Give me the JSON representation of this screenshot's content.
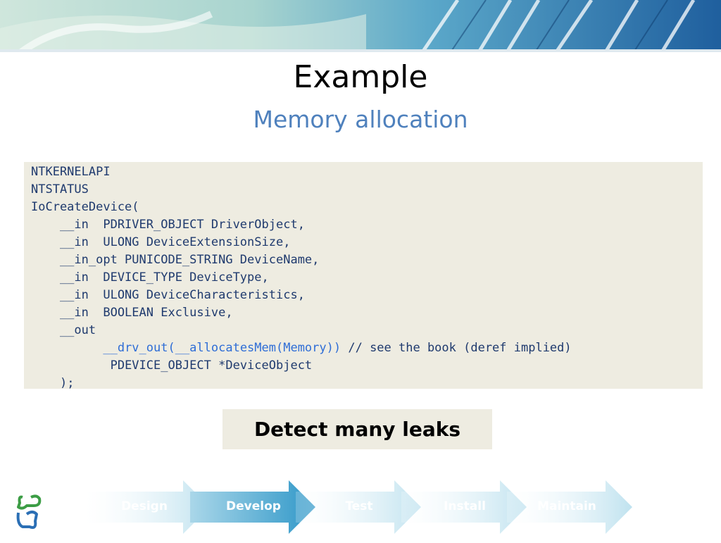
{
  "slide": {
    "title": "Example",
    "subtitle": "Memory allocation"
  },
  "code": {
    "lines": [
      "NTKERNELAPI",
      "NTSTATUS",
      "IoCreateDevice(",
      "    __in  PDRIVER_OBJECT DriverObject,",
      "    __in  ULONG DeviceExtensionSize,",
      "    __in_opt PUNICODE_STRING DeviceName,",
      "    __in  DEVICE_TYPE DeviceType,",
      "    __in  ULONG DeviceCharacteristics,",
      "    __in  BOOLEAN Exclusive,",
      "    __out"
    ],
    "annotation": "__drv_out(__allocatesMem(Memory))",
    "annotation_comment": " // see the book (deref implied)",
    "param_line": "PDEVICE_OBJECT *DeviceObject",
    "closing": ");"
  },
  "callout": {
    "text": "Detect many leaks"
  },
  "process": {
    "stages": [
      "Design",
      "Develop",
      "Test",
      "Install",
      "Maintain"
    ],
    "active": "Develop"
  },
  "colors": {
    "subtitle": "#4f81bd",
    "code_text": "#1f3a6e",
    "annotation": "#2e6dd6",
    "box_background": "#eeece1",
    "active_stage": "#3aa0cf",
    "inactive_stage": "#bfe2ef"
  }
}
